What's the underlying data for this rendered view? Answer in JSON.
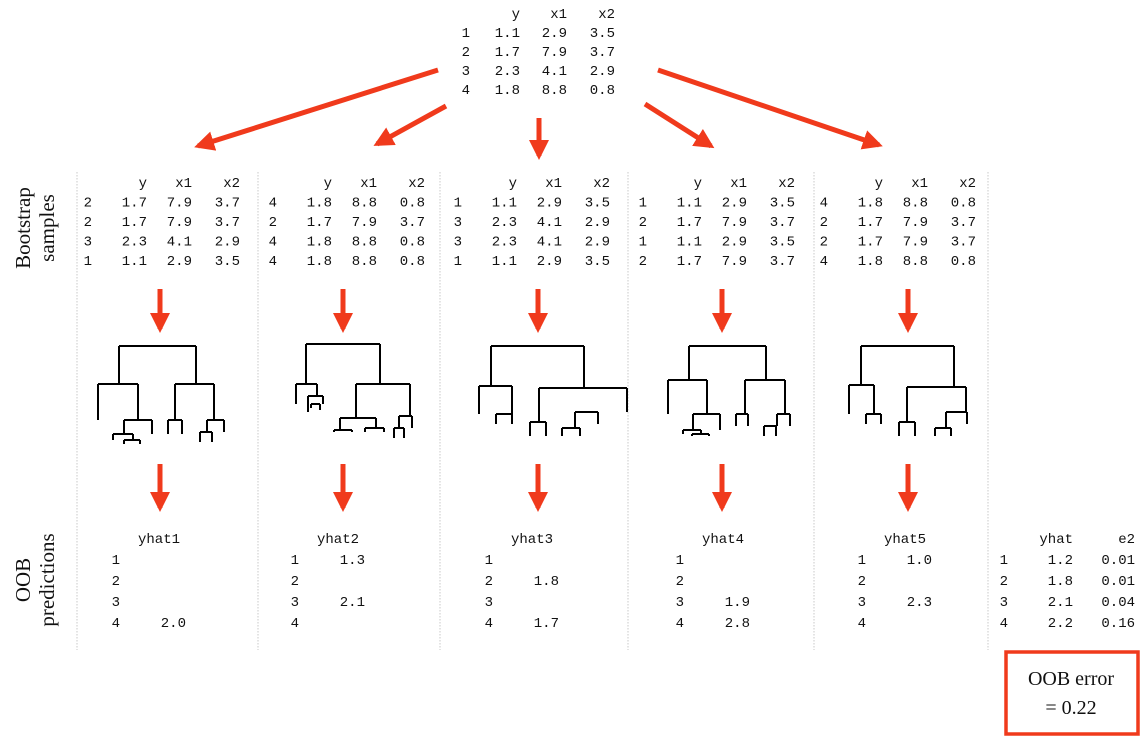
{
  "original_data": {
    "header": [
      "",
      "y",
      "x1",
      "x2"
    ],
    "rows": [
      [
        "1",
        "1.1",
        "2.9",
        "3.5"
      ],
      [
        "2",
        "1.7",
        "7.9",
        "3.7"
      ],
      [
        "3",
        "2.3",
        "4.1",
        "2.9"
      ],
      [
        "4",
        "1.8",
        "8.8",
        "0.8"
      ]
    ]
  },
  "row_labels": {
    "bootstrap": [
      "Bootstrap",
      "samples"
    ],
    "oob": [
      "OOB",
      "predictions"
    ]
  },
  "bootstrap_samples": [
    {
      "header": [
        "",
        "y",
        "x1",
        "x2"
      ],
      "rows": [
        [
          "2",
          "1.7",
          "7.9",
          "3.7"
        ],
        [
          "2",
          "1.7",
          "7.9",
          "3.7"
        ],
        [
          "3",
          "2.3",
          "4.1",
          "2.9"
        ],
        [
          "1",
          "1.1",
          "2.9",
          "3.5"
        ]
      ]
    },
    {
      "header": [
        "",
        "y",
        "x1",
        "x2"
      ],
      "rows": [
        [
          "4",
          "1.8",
          "8.8",
          "0.8"
        ],
        [
          "2",
          "1.7",
          "7.9",
          "3.7"
        ],
        [
          "4",
          "1.8",
          "8.8",
          "0.8"
        ],
        [
          "4",
          "1.8",
          "8.8",
          "0.8"
        ]
      ]
    },
    {
      "header": [
        "",
        "y",
        "x1",
        "x2"
      ],
      "rows": [
        [
          "1",
          "1.1",
          "2.9",
          "3.5"
        ],
        [
          "3",
          "2.3",
          "4.1",
          "2.9"
        ],
        [
          "3",
          "2.3",
          "4.1",
          "2.9"
        ],
        [
          "1",
          "1.1",
          "2.9",
          "3.5"
        ]
      ]
    },
    {
      "header": [
        "",
        "y",
        "x1",
        "x2"
      ],
      "rows": [
        [
          "1",
          "1.1",
          "2.9",
          "3.5"
        ],
        [
          "2",
          "1.7",
          "7.9",
          "3.7"
        ],
        [
          "1",
          "1.1",
          "2.9",
          "3.5"
        ],
        [
          "2",
          "1.7",
          "7.9",
          "3.7"
        ]
      ]
    },
    {
      "header": [
        "",
        "y",
        "x1",
        "x2"
      ],
      "rows": [
        [
          "4",
          "1.8",
          "8.8",
          "0.8"
        ],
        [
          "2",
          "1.7",
          "7.9",
          "3.7"
        ],
        [
          "2",
          "1.7",
          "7.9",
          "3.7"
        ],
        [
          "4",
          "1.8",
          "8.8",
          "0.8"
        ]
      ]
    }
  ],
  "oob_predictions": [
    {
      "title": "yhat1",
      "rows": [
        [
          "1",
          ""
        ],
        [
          "2",
          ""
        ],
        [
          "3",
          ""
        ],
        [
          "4",
          "2.0"
        ]
      ]
    },
    {
      "title": "yhat2",
      "rows": [
        [
          "1",
          "1.3"
        ],
        [
          "2",
          ""
        ],
        [
          "3",
          "2.1"
        ],
        [
          "4",
          ""
        ]
      ]
    },
    {
      "title": "yhat3",
      "rows": [
        [
          "1",
          ""
        ],
        [
          "2",
          "1.8"
        ],
        [
          "3",
          ""
        ],
        [
          "4",
          "1.7"
        ]
      ]
    },
    {
      "title": "yhat4",
      "rows": [
        [
          "1",
          ""
        ],
        [
          "2",
          ""
        ],
        [
          "3",
          "1.9"
        ],
        [
          "4",
          "2.8"
        ]
      ]
    },
    {
      "title": "yhat5",
      "rows": [
        [
          "1",
          "1.0"
        ],
        [
          "2",
          ""
        ],
        [
          "3",
          "2.3"
        ],
        [
          "4",
          ""
        ]
      ]
    }
  ],
  "summary": {
    "header": [
      "",
      "yhat",
      "e2"
    ],
    "rows": [
      [
        "1",
        "1.2",
        "0.01"
      ],
      [
        "2",
        "1.8",
        "0.01"
      ],
      [
        "3",
        "2.1",
        "0.04"
      ],
      [
        "4",
        "2.2",
        "0.16"
      ]
    ]
  },
  "oob_error": {
    "line1": "OOB error",
    "line2": "= 0.22"
  },
  "colors": {
    "arrow": "#f03a1c",
    "box": "#f03a1c",
    "divider": "#c8c8c8",
    "text": "#111111"
  }
}
